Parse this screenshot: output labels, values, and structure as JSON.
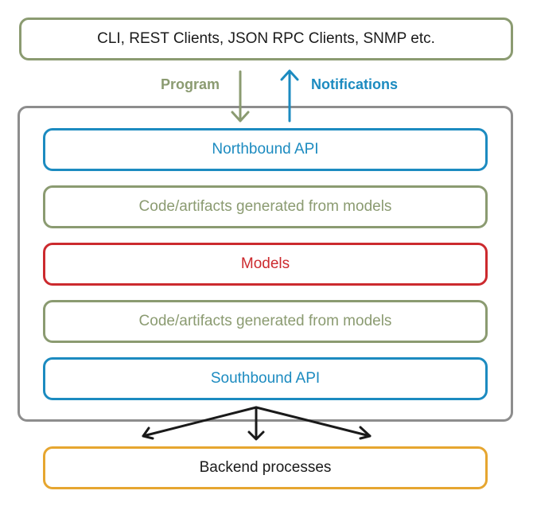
{
  "clients": {
    "label": "CLI, REST Clients, JSON RPC Clients, SNMP etc."
  },
  "flows": {
    "program": {
      "label": "Program",
      "color": "#8b9b71"
    },
    "notifications": {
      "label": "Notifications",
      "color": "#1c8bc0"
    }
  },
  "layers": [
    {
      "label": "Northbound API",
      "color": "#1c8bc0"
    },
    {
      "label": "Code/artifacts generated from models",
      "color": "#8b9b71"
    },
    {
      "label": "Models",
      "color": "#cc2a2e"
    },
    {
      "label": "Code/artifacts generated from models",
      "color": "#8b9b71"
    },
    {
      "label": "Southbound API",
      "color": "#1c8bc0"
    }
  ],
  "container": {
    "border_color": "#8d8d8d"
  },
  "backend": {
    "label": "Backend processes",
    "color": "#e6a630"
  }
}
